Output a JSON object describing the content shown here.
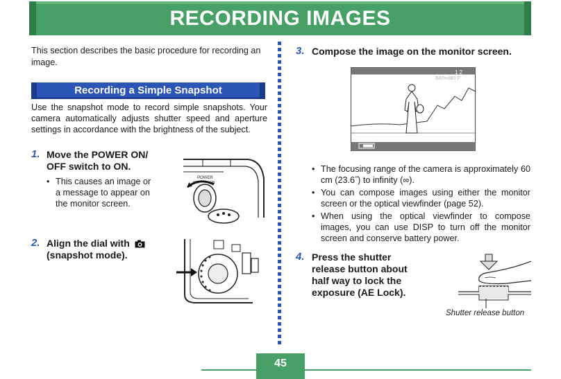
{
  "header": {
    "title": "RECORDING IMAGES"
  },
  "intro": "This section describes the basic procedure for recording an image.",
  "section": {
    "title": "Recording a Simple Snapshot",
    "body": "Use the snapshot mode to record simple snapshots. Your camera automatically adjusts shutter speed and aperture settings in accordance with the brightness of the subject."
  },
  "steps": [
    {
      "num": "1.",
      "text": "Move the POWER ON/ OFF switch to ON.",
      "bullets": [
        "This causes an image or a message to appear on the monitor screen."
      ]
    },
    {
      "num": "2.",
      "text_before": "Align the dial with",
      "text_after": "(snapshot mode)."
    },
    {
      "num": "3.",
      "text": "Compose the image on the monitor screen.",
      "bullets": [
        "The focusing range of the camera is approximately 60 cm (23.6˝) to infinity (∞).",
        "You can compose images using either the monitor screen or the optical viewfinder (page 52).",
        "When using the optical viewfinder to compose images, you can use DISP to turn off the monitor screen and conserve battery power."
      ]
    },
    {
      "num": "4.",
      "text": "Press the shutter release button about half way to lock the exposure (AE Lock)."
    }
  ],
  "monitor": {
    "count": "1 2",
    "resolution": "640×480 F"
  },
  "switch_labels": {
    "power": "POWER",
    "on": "ON",
    "off": "OFF"
  },
  "caption": "Shutter release button",
  "page_number": "45",
  "colors": {
    "header_green": "#47a065",
    "section_blue": "#2c55b8"
  }
}
